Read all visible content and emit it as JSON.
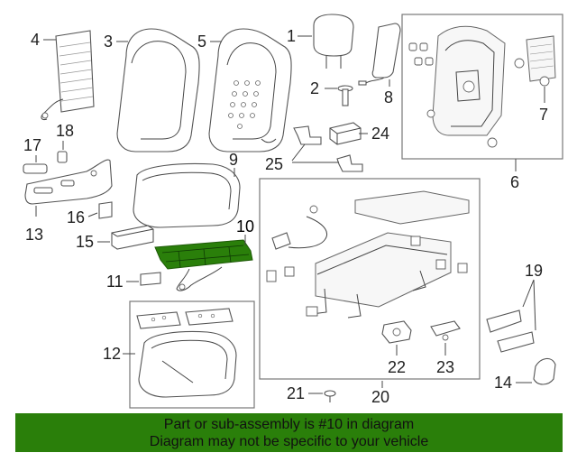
{
  "callouts": {
    "c1": "1",
    "c2": "2",
    "c3": "3",
    "c4": "4",
    "c5": "5",
    "c6": "6",
    "c7": "7",
    "c8": "8",
    "c9": "9",
    "c10": "10",
    "c11": "11",
    "c12": "12",
    "c13": "13",
    "c14": "14",
    "c15": "15",
    "c16": "16",
    "c17": "17",
    "c18": "18",
    "c19": "19",
    "c20": "20",
    "c21": "21",
    "c22": "22",
    "c23": "23",
    "c24": "24",
    "c25": "25"
  },
  "highlight": {
    "part_number": "10",
    "color": "#2a7f0a"
  },
  "banner": {
    "line1": "Part or sub-assembly is #10 in diagram",
    "line2": "Diagram may not be specific to your vehicle",
    "background": "#2a7f0a"
  }
}
